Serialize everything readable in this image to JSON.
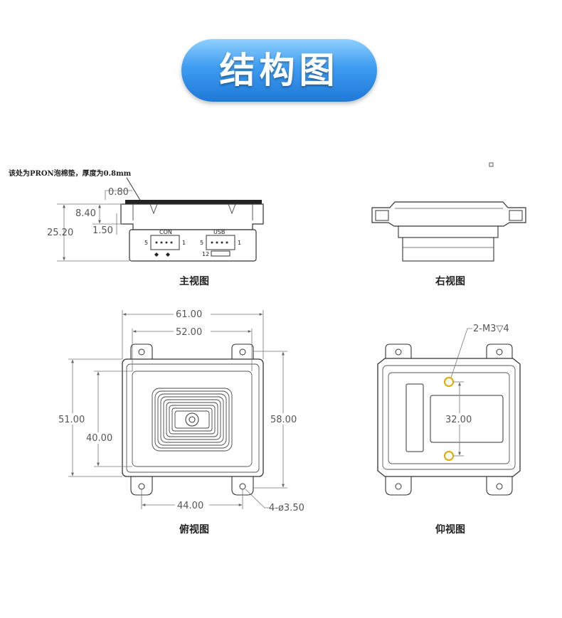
{
  "header": {
    "title": "结构图"
  },
  "views": {
    "front": {
      "caption": "主视图",
      "note": "该处为PRON泡棉垫，厚度为0.8mm",
      "port_con": "CON",
      "port_usb": "USB",
      "pin_5a": "5",
      "pin_1a": "1",
      "pin_5b": "5",
      "pin_1b": "1",
      "pin_12": "12",
      "dims": {
        "d1": "0.80",
        "d2": "8.40",
        "d3": "25.20",
        "d4": "1.50"
      }
    },
    "right": {
      "caption": "右视图"
    },
    "top": {
      "caption": "俯视图",
      "dims": {
        "w_outer": "61.00",
        "w_inner": "52.00",
        "h_outer": "51.00",
        "h_inner": "40.00",
        "h_right": "58.00",
        "w_bottom": "44.00",
        "holes": "4-ø3.50"
      }
    },
    "bottom": {
      "caption": "仰视图",
      "dims": {
        "thread": "2-M3▽4",
        "spacing": "32.00"
      }
    }
  }
}
